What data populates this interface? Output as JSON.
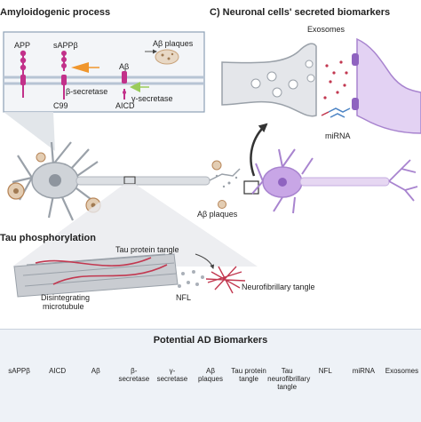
{
  "sections": {
    "amyloid": {
      "title": "Amyloidogenic process",
      "labels": {
        "app": "APP",
        "sappb": "sAPPβ",
        "ab_plaques": "Aβ plaques",
        "ab": "Aβ",
        "b_secretase": "β-secretase",
        "g_secretase": "γ-secretase",
        "c99": "C99",
        "aicd": "AICD"
      }
    },
    "neuronal": {
      "title": "C) Neuronal cells' secreted biomarkers",
      "labels": {
        "exosomes": "Exosomes",
        "mirna": "miRNA"
      }
    },
    "neuron": {
      "ab_plaques": "Aβ plaques"
    },
    "tau": {
      "title": "Tau phosphorylation",
      "labels": {
        "tangle": "Tau protein tangle",
        "disintegrating_1": "Disintegrating",
        "disintegrating_2": "microtubule",
        "nfl": "NFL",
        "neurofibrillary": "Neurofibrillary tangle"
      }
    }
  },
  "legend": {
    "title": "Potential AD Biomarkers",
    "items": [
      {
        "label": "sAPPβ",
        "icon": "sappb-icon"
      },
      {
        "label": "AICD",
        "icon": "aicd-icon"
      },
      {
        "label": "Aβ",
        "icon": "abeta-icon"
      },
      {
        "label": "β-\nsecretase",
        "icon": "beta-secretase-icon"
      },
      {
        "label": "γ-\nsecretase",
        "icon": "gamma-secretase-icon"
      },
      {
        "label": "Aβ\nplaques",
        "icon": "abeta-plaques-icon"
      },
      {
        "label": "Tau protein\ntangle",
        "icon": "tau-protein-tangle-icon"
      },
      {
        "label": "Tau\nneurofibrillary\ntangle",
        "icon": "tau-neurofibrillary-tangle-icon"
      },
      {
        "label": "NFL",
        "icon": "nfl-icon"
      },
      {
        "label": "miRNA",
        "icon": "mirna-icon"
      },
      {
        "label": "Exosomes",
        "icon": "exosomes-icon"
      }
    ]
  },
  "colors": {
    "app_pink": "#c2318a",
    "secretase_orange": "#f0962d",
    "secretase_green": "#9acb5a",
    "neuron_gray": "#cfd3d8",
    "neuron_purple": "#c8a6e6",
    "plaque_brown": "#c8a27a",
    "tangle_red": "#c23850",
    "panel_border": "#8da0b6"
  }
}
